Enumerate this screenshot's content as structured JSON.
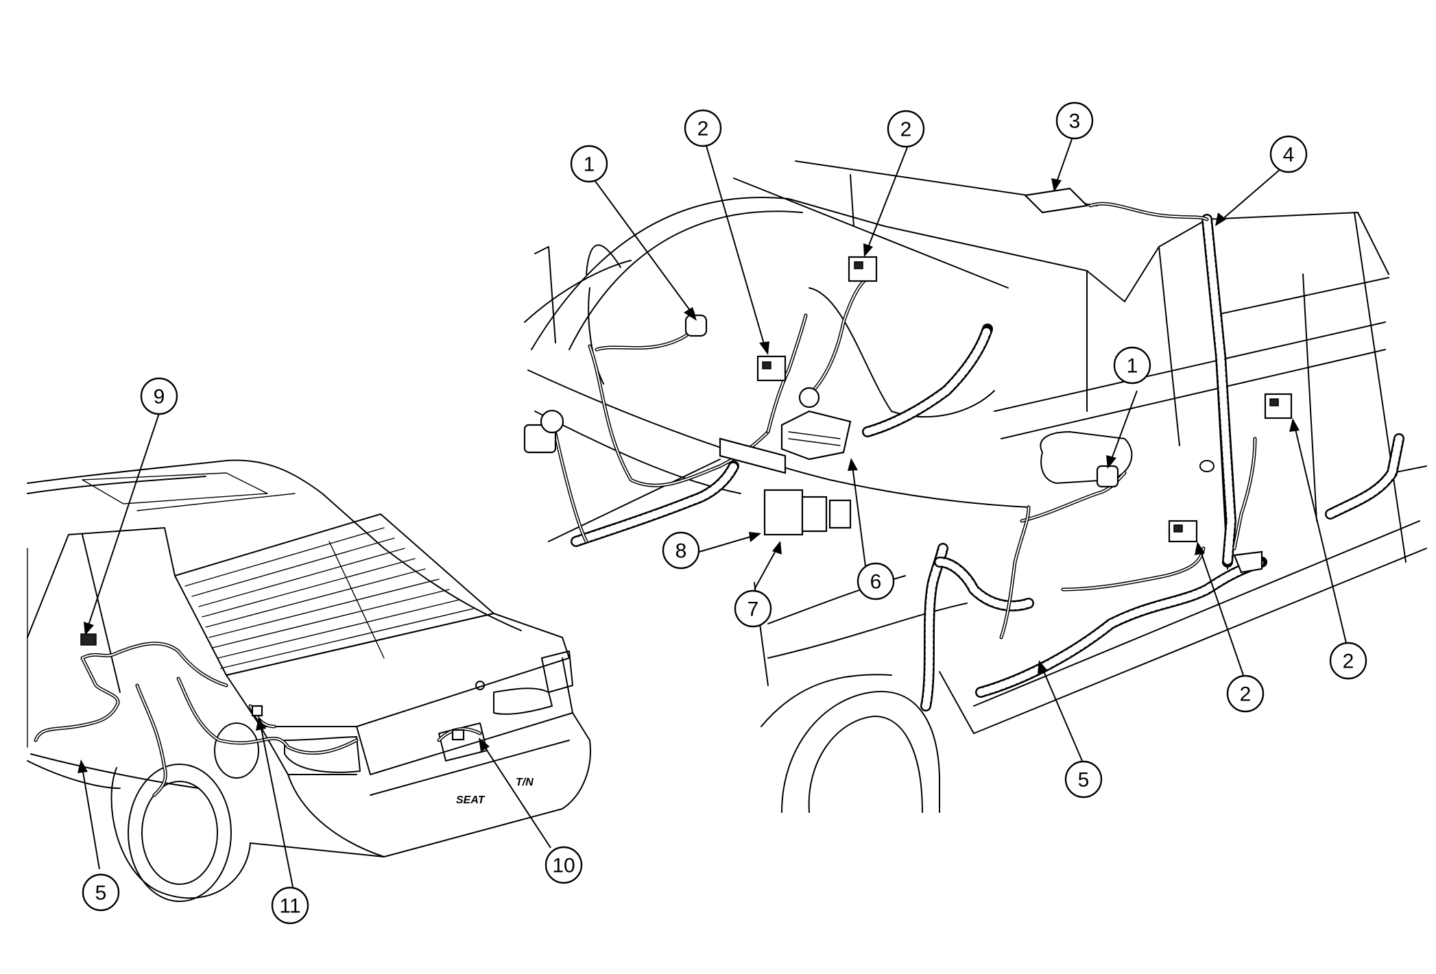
{
  "callouts": [
    {
      "id": "c1a",
      "label": "1"
    },
    {
      "id": "c1b",
      "label": "1"
    },
    {
      "id": "c2a",
      "label": "2"
    },
    {
      "id": "c2b",
      "label": "2"
    },
    {
      "id": "c2c",
      "label": "2"
    },
    {
      "id": "c2d",
      "label": "2"
    },
    {
      "id": "c3",
      "label": "3"
    },
    {
      "id": "c4",
      "label": "4"
    },
    {
      "id": "c5a",
      "label": "5"
    },
    {
      "id": "c5b",
      "label": "5"
    },
    {
      "id": "c6",
      "label": "6"
    },
    {
      "id": "c7",
      "label": "7"
    },
    {
      "id": "c8",
      "label": "8"
    },
    {
      "id": "c9",
      "label": "9"
    },
    {
      "id": "c10",
      "label": "10"
    },
    {
      "id": "c11",
      "label": "11"
    }
  ],
  "badges": {
    "brand": "SEAT",
    "model": "T/N"
  },
  "colors": {
    "line": "#000000",
    "background": "#ffffff"
  }
}
